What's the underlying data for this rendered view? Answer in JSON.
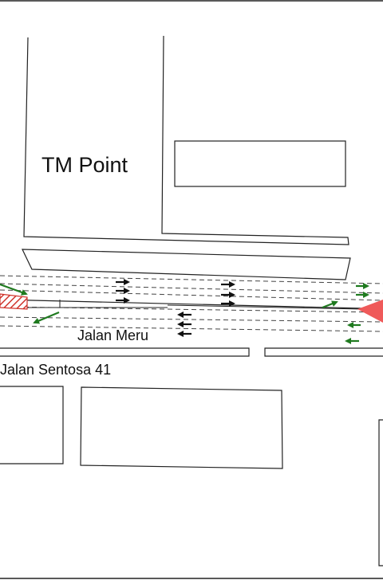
{
  "map": {
    "landmarks": {
      "building_label": "TM Point"
    },
    "streets": {
      "main_road": "Jalan Meru",
      "side_road": "Jalan Sentosa 41"
    },
    "colors": {
      "lines": "#222222",
      "lane_dash": "#444444",
      "arrow_black": "#111111",
      "arrow_green": "#1f7a1f",
      "hatch_red": "#d0342c",
      "marker_red": "#ef5a5a"
    },
    "icons": [
      "arrow-right-icon",
      "arrow-left-icon",
      "hatch-zone",
      "warning-marker"
    ]
  }
}
